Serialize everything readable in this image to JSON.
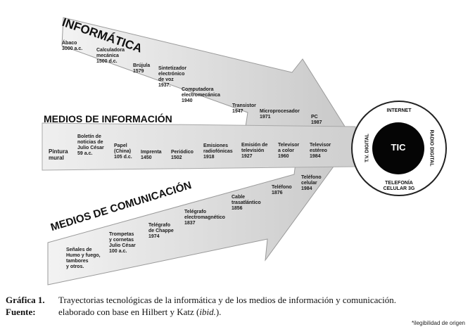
{
  "diagram": {
    "headings": {
      "informatica": "INFORMÁTICA",
      "medios_informacion": "MEDIOS DE INFORMACIÓN",
      "medios_comunicacion": "MEDIOS DE COMUNICACIÓN"
    },
    "informatica_items": [
      "Ábaco\n3000 a.c.",
      "Calculadora\nmecánica\n1500 d.c.",
      "Brújula\n1579",
      "Sintetizador\nelectrónico\nde voz\n1937.",
      "Computadora\nelectromecánica\n1940",
      "Transistor\n1947",
      "Microprocesador\n1971",
      "PC\n1987"
    ],
    "informacion_items": [
      "Pintura\nmural",
      "Boletín de\nnoticias de\nJulio César\n59 a.c.",
      "Papel\n(China)\n105 d.c.",
      "Imprenta\n1450",
      "Periódico\n1502",
      "Emisiones\nradiofónicas\n1918",
      "Emisión de\ntelevisión\n1927",
      "Televisor\na color\n1960",
      "Televisor\nestéreo\n1984"
    ],
    "comunicacion_items": [
      "Señales de\nHumo y fuego,\ntambores\ny otros.",
      "Trompetas\ny cornetas\nJulio César\n100 a.c.",
      "Telégrafo\nde Chappe\n1974",
      "Telégrafo\nelectromagnético\n1837",
      "Cable\ntrasatlántico\n1856",
      "Teléfono\n1876",
      "Teléfono\ncelular\n1984"
    ],
    "circle": {
      "center": "TIC",
      "top": "INTERNET",
      "left": "T.V. DIGITAL",
      "right": "RADIO DIGITAL",
      "bottom": "TELEFONÍA\nCELULAR 3G"
    }
  },
  "caption": {
    "label1": "Gráfica 1.",
    "text1": "Trayectorias tecnológicas de la informática y de los medios de información y comunicación.",
    "label2": "Fuente:",
    "text2_pre": "elaborado con base en Hilbert y Katz (",
    "text2_em": "ibid.",
    "text2_post": ")."
  },
  "note": "*ilegibilidad de origen"
}
